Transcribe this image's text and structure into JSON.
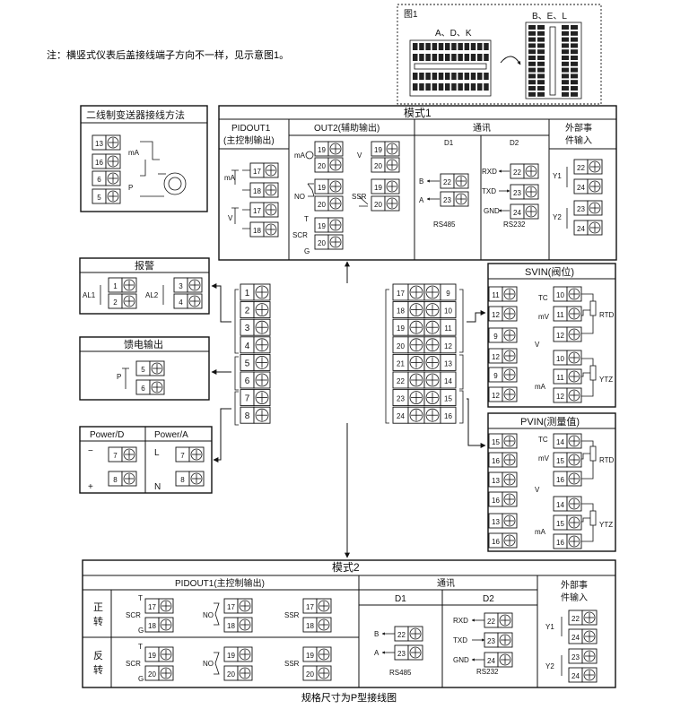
{
  "note": "注：横竖式仪表后盖接线端子方向不一样，见示意图1。",
  "figure1": {
    "title": "图1",
    "left_label": "A、D、K",
    "right_label": "B、E、L"
  },
  "two_wire": {
    "title": "二线制变送器接线方法",
    "terminals": [
      "13",
      "16",
      "6",
      "5"
    ],
    "ma": "mA",
    "p": "P"
  },
  "mode1": {
    "title": "模式1",
    "pidout1_line1": "PIDOUT1",
    "pidout1_line2": "(主控制输出)",
    "out2": "OUT2(辅助输出)",
    "comm": "通讯",
    "d1": "D1",
    "d2": "D2",
    "ext_line1": "外部事",
    "ext_line2": "件输入",
    "ma": "mA",
    "v": "V",
    "no": "NO",
    "ssr": "SSR",
    "scr": "SCR",
    "t": "T",
    "g": "G",
    "b": "B",
    "a": "A",
    "rxd": "RXD",
    "txd": "TXD",
    "gnd": "GND",
    "rs485": "RS485",
    "rs232": "RS232",
    "y1": "Y1",
    "y2": "Y2"
  },
  "alarm": {
    "title": "报警",
    "al1": "AL1",
    "al2": "AL2"
  },
  "feed": {
    "title": "馈电输出",
    "p": "P"
  },
  "power": {
    "title_d": "Power/D",
    "title_a": "Power/A",
    "l": "L",
    "n": "N"
  },
  "svin": {
    "title": "SVIN(阀位)",
    "tc": "TC",
    "mv": "mV",
    "v": "V",
    "ma": "mA",
    "rtd": "RTD",
    "ytz": "YTZ"
  },
  "pvin": {
    "title": "PVIN(测量值)",
    "tc": "TC",
    "mv": "mV",
    "v": "V",
    "ma": "mA",
    "rtd": "RTD",
    "ytz": "YTZ"
  },
  "mode2": {
    "title": "模式2",
    "pidout1": "PIDOUT1(主控制输出)",
    "comm": "通讯",
    "d1": "D1",
    "d2": "D2",
    "ext_line1": "外部事",
    "ext_line2": "件输入",
    "forward_1": "正",
    "forward_2": "转",
    "reverse_1": "反",
    "reverse_2": "转",
    "t": "T",
    "scr": "SCR",
    "g": "G",
    "no": "NO",
    "ssr": "SSR",
    "b": "B",
    "a": "A",
    "rxd": "RXD",
    "txd": "TXD",
    "gnd": "GND",
    "rs485": "RS485",
    "rs232": "RS232",
    "y1": "Y1",
    "y2": "Y2"
  },
  "center": {
    "left_terminals": [
      "1",
      "2",
      "3",
      "4",
      "5",
      "6",
      "7",
      "8"
    ],
    "right_col_a": [
      "17",
      "18",
      "19",
      "20",
      "21",
      "22",
      "23",
      "24"
    ],
    "right_col_b": [
      "9",
      "10",
      "11",
      "12",
      "13",
      "14",
      "15",
      "16"
    ]
  },
  "caption": "规格尺寸为P型接线图"
}
